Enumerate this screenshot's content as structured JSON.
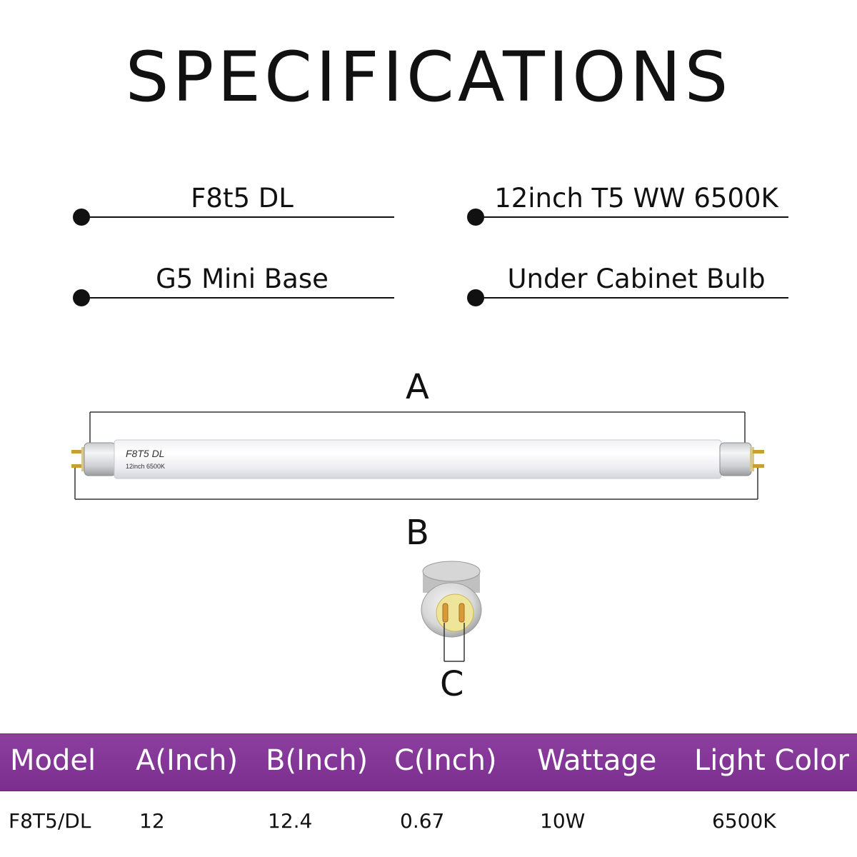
{
  "title": "SPECIFICATIONS",
  "specs": {
    "left_top": "F8t5  DL",
    "right_top": "12inch T5 WW 6500K",
    "left_bottom": "G5 Mini Base",
    "right_bottom": "Under Cabinet Bulb"
  },
  "diagram": {
    "label_a": "A",
    "label_b": "B",
    "label_c": "C",
    "tube_text_line1": "F8T5 DL",
    "tube_text_line2": "12inch  6500K"
  },
  "table": {
    "headers": [
      "Model",
      "A(Inch)",
      "B(Inch)",
      "C(Inch)",
      "Wattage",
      "Light Color"
    ],
    "row": [
      "F8T5/DL",
      "12",
      "12.4",
      "0.67",
      "10W",
      "6500K"
    ]
  },
  "colors": {
    "header_bg": "#85379a",
    "text": "#111111"
  }
}
